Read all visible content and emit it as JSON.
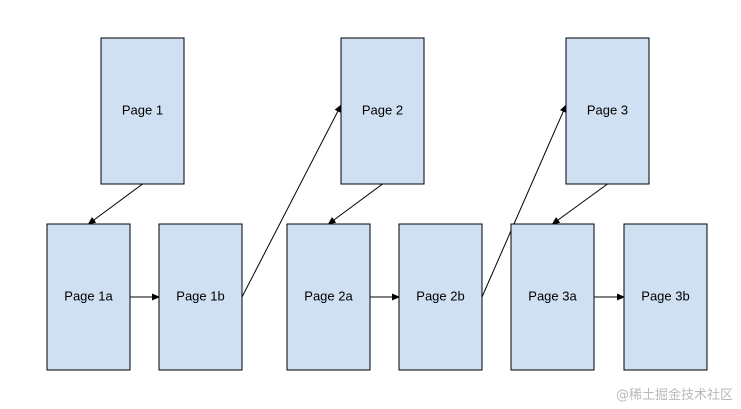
{
  "diagram": {
    "colors": {
      "box_fill": "#cfe0f3",
      "box_stroke": "#000000",
      "arrow": "#000000",
      "text": "#000000"
    },
    "nodes": [
      {
        "id": "page-1",
        "label": "Page 1"
      },
      {
        "id": "page-2",
        "label": "Page 2"
      },
      {
        "id": "page-3",
        "label": "Page 3"
      },
      {
        "id": "page-1a",
        "label": "Page 1a"
      },
      {
        "id": "page-1b",
        "label": "Page 1b"
      },
      {
        "id": "page-2a",
        "label": "Page 2a"
      },
      {
        "id": "page-2b",
        "label": "Page 2b"
      },
      {
        "id": "page-3a",
        "label": "Page 3a"
      },
      {
        "id": "page-3b",
        "label": "Page 3b"
      }
    ],
    "edges": [
      {
        "from": "page-1",
        "to": "page-1a"
      },
      {
        "from": "page-1a",
        "to": "page-1b"
      },
      {
        "from": "page-1b",
        "to": "page-2"
      },
      {
        "from": "page-2",
        "to": "page-2a"
      },
      {
        "from": "page-2a",
        "to": "page-2b"
      },
      {
        "from": "page-2b",
        "to": "page-3"
      },
      {
        "from": "page-3",
        "to": "page-3a"
      },
      {
        "from": "page-3a",
        "to": "page-3b"
      }
    ]
  },
  "watermark": {
    "text": "@稀土掘金技术社区"
  }
}
